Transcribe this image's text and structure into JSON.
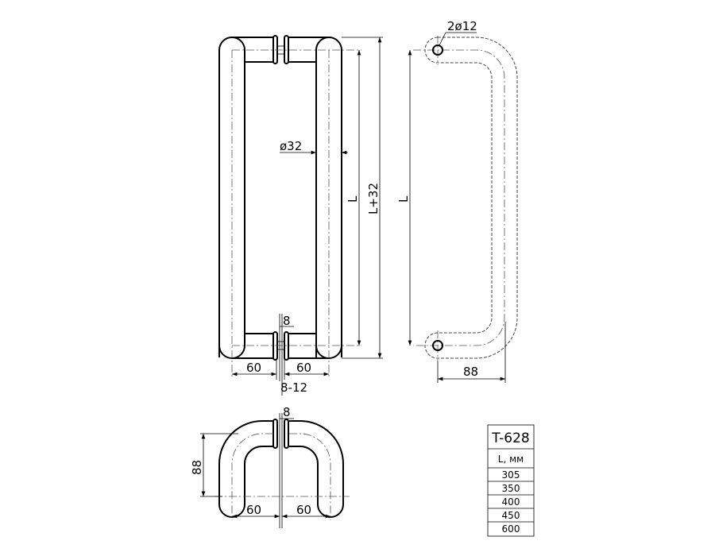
{
  "front_view": {
    "dim_diameter": "ø32",
    "dim_length": "L",
    "dim_length_total": "L+32",
    "dim_rosette": "8",
    "dim_left_offset": "60",
    "dim_right_offset": "60",
    "dim_gap": "8-12"
  },
  "side_view": {
    "dim_holes": "2ø12",
    "dim_length": "L",
    "dim_depth": "88"
  },
  "top_view": {
    "dim_rosette": "8",
    "dim_depth": "88",
    "dim_left_offset": "60",
    "dim_right_offset": "60"
  },
  "size_table": {
    "model": "T-628",
    "header": "L, мм",
    "rows": [
      "305",
      "350",
      "400",
      "450",
      "600"
    ]
  }
}
